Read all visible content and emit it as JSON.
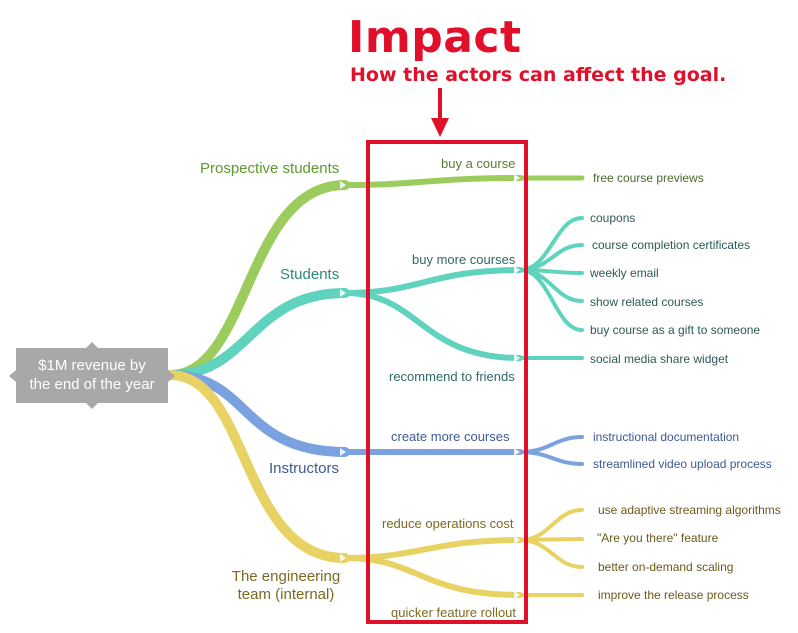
{
  "header": {
    "title": "Impact",
    "subtitle": "How the actors can affect the goal."
  },
  "goal": {
    "line1": "$1M revenue by",
    "line2": "the end of the year"
  },
  "colors": {
    "highlight": "#e0102a",
    "prospective_students": "#9ccc5e",
    "students": "#5fd3be",
    "instructors": "#7aa1e0",
    "engineering_team": "#e8d263",
    "goal_box": "#a8a8a8"
  },
  "actors": [
    {
      "name": "Prospective students",
      "impacts": [
        {
          "label": "buy a course",
          "deliverables": [
            "free course previews"
          ]
        }
      ]
    },
    {
      "name": "Students",
      "impacts": [
        {
          "label": "buy more courses",
          "deliverables": [
            "coupons",
            "course completion certificates",
            "weekly email",
            "show related courses",
            "buy course as a gift to someone"
          ]
        },
        {
          "label": "recommend to friends",
          "deliverables": [
            "social media share widget"
          ]
        }
      ]
    },
    {
      "name": "Instructors",
      "impacts": [
        {
          "label": "create more courses",
          "deliverables": [
            "instructional documentation",
            "streamlined video upload process"
          ]
        }
      ]
    },
    {
      "name_line1": "The engineering",
      "name_line2": "team (internal)",
      "impacts": [
        {
          "label": "reduce operations cost",
          "deliverables": [
            "use adaptive streaming algorithms",
            "\"Are you there\" feature",
            "better on-demand scaling"
          ]
        },
        {
          "label": "quicker feature rollout",
          "deliverables": [
            "improve the release process"
          ]
        }
      ]
    }
  ]
}
